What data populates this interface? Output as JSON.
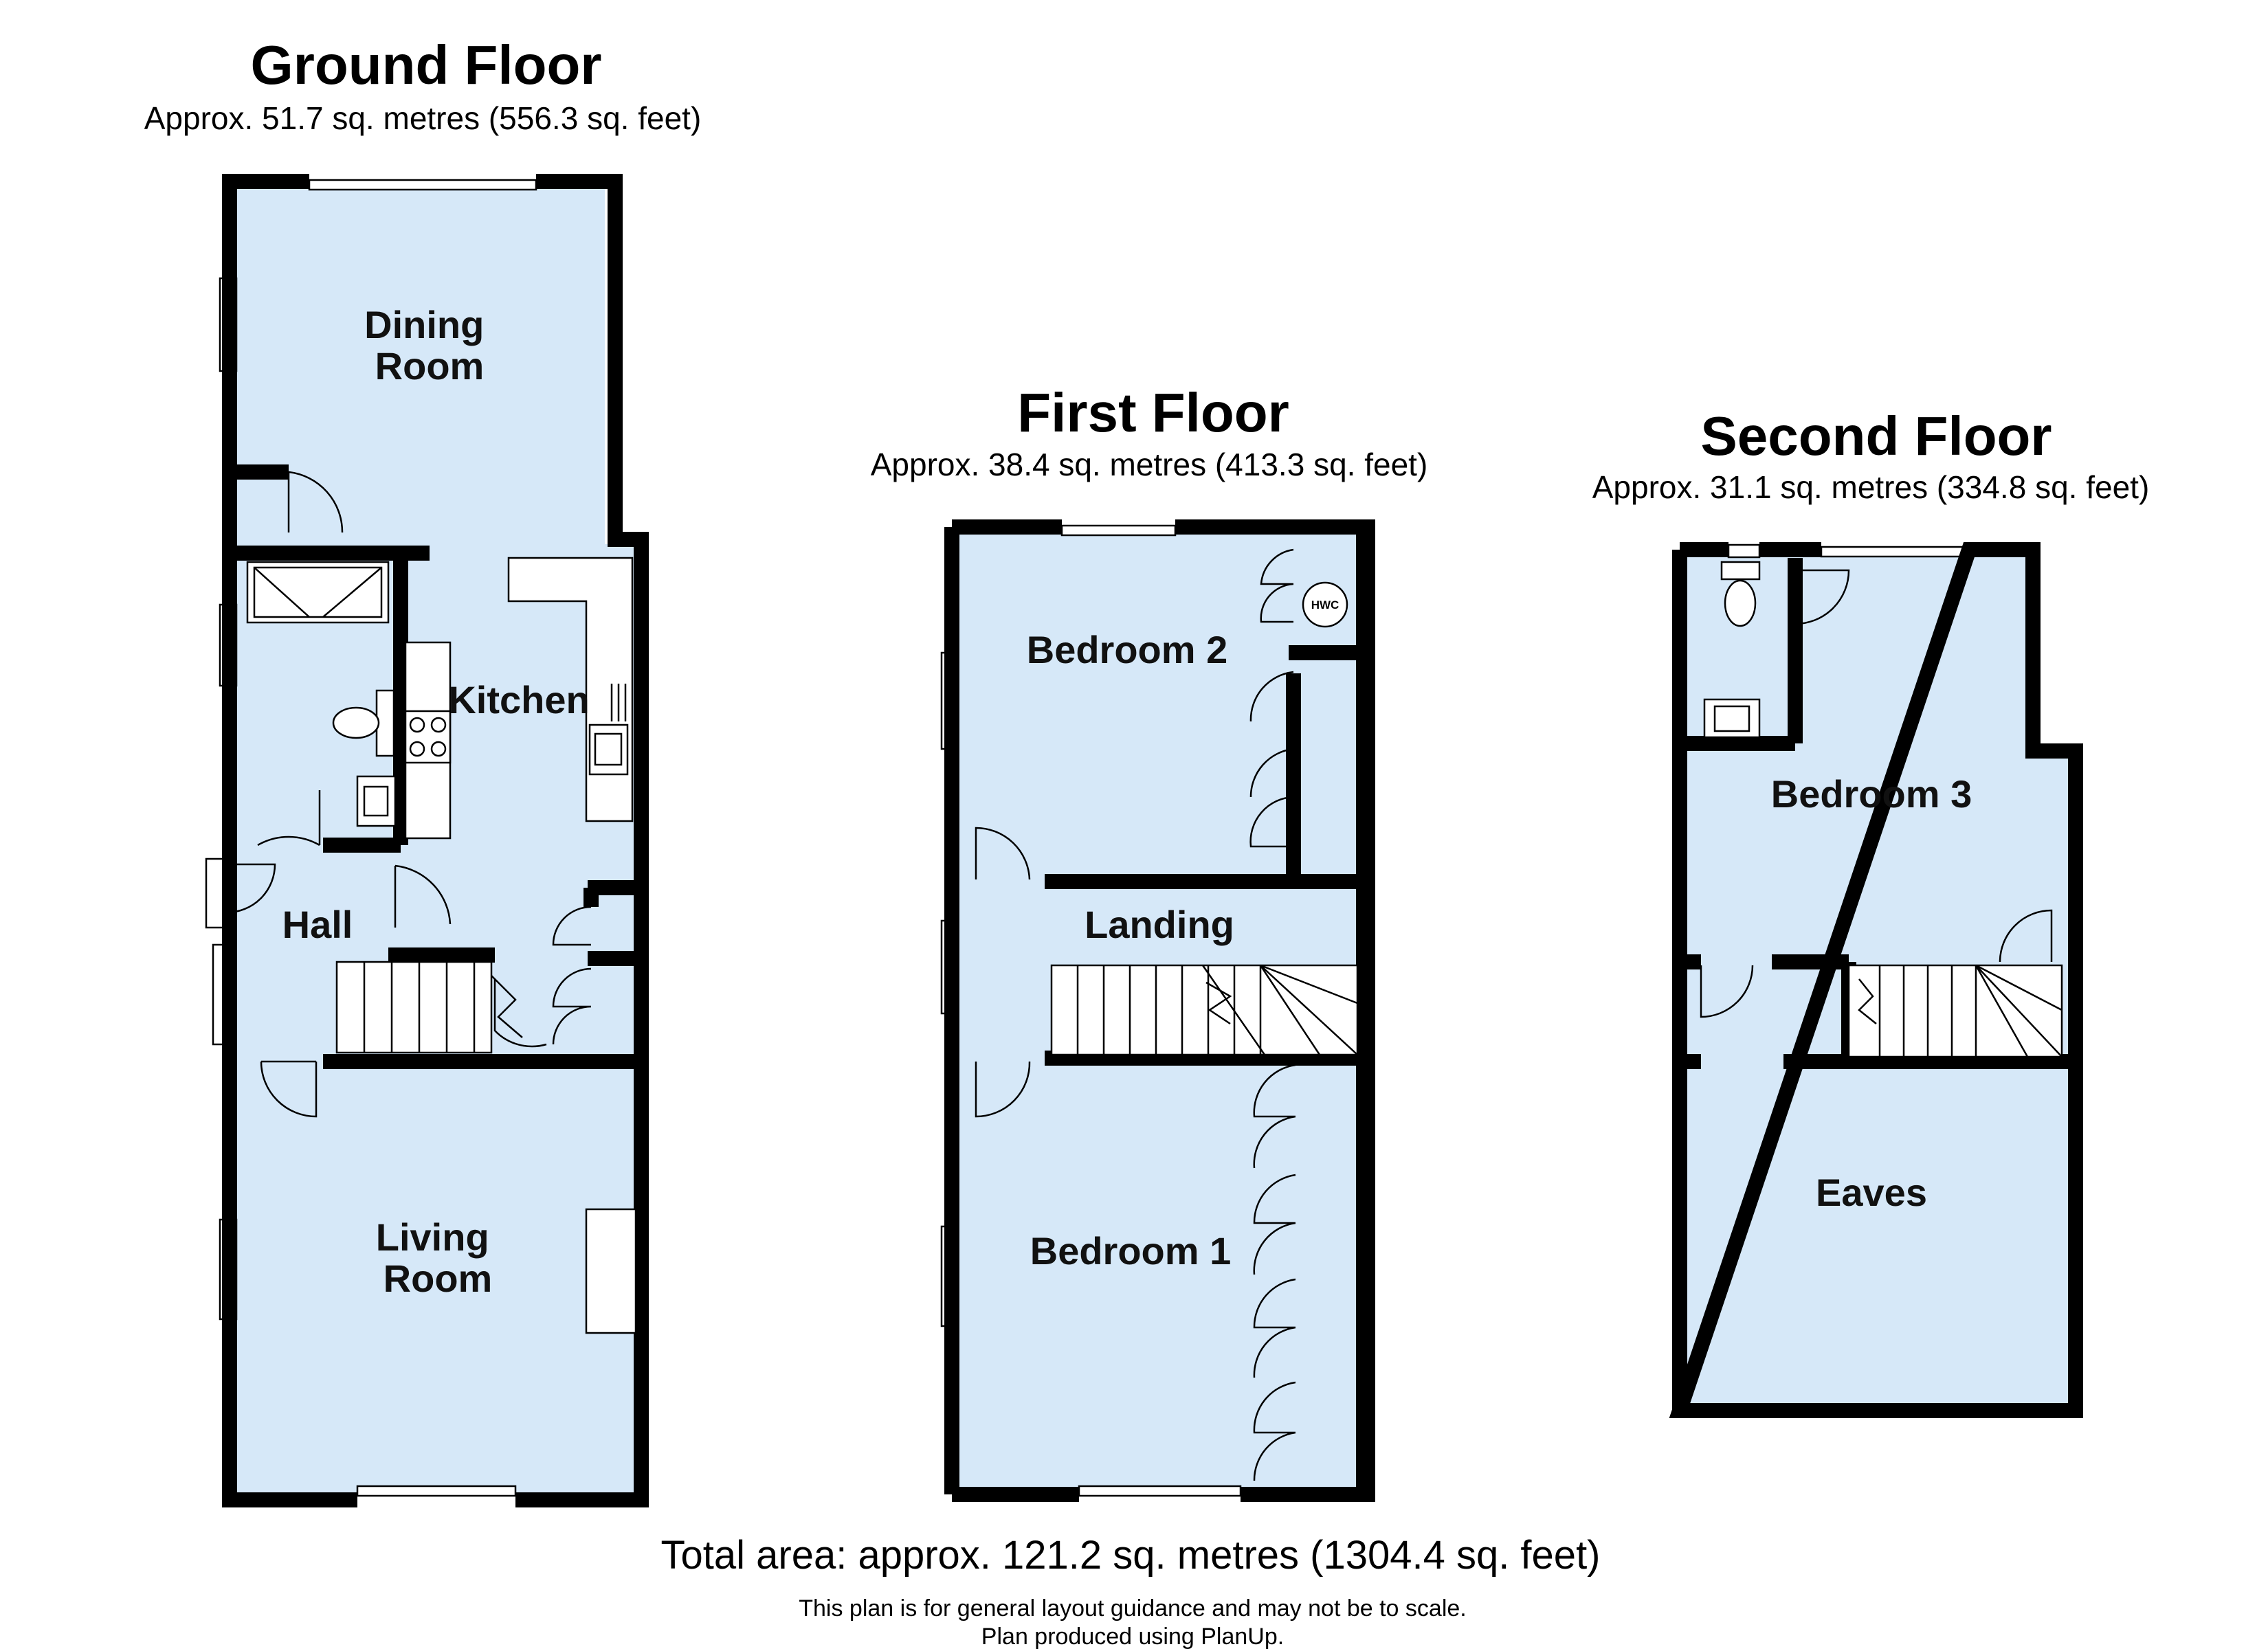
{
  "colors": {
    "room_fill": "#d6e8f8",
    "wall": "#000000",
    "background": "#ffffff"
  },
  "floors": {
    "ground": {
      "title": "Ground Floor",
      "area": "Approx. 51.7 sq. metres (556.3 sq. feet)",
      "rooms": {
        "dining_room": [
          "Dining",
          "Room"
        ],
        "kitchen": "Kitchen",
        "hall": "Hall",
        "living_room": [
          "Living",
          "Room"
        ]
      }
    },
    "first": {
      "title": "First Floor",
      "area": "Approx. 38.4 sq. metres (413.3 sq. feet)",
      "rooms": {
        "bedroom_2": "Bedroom 2",
        "landing": "Landing",
        "bedroom_1": "Bedroom 1"
      },
      "hwc": "HWC"
    },
    "second": {
      "title": "Second Floor",
      "area": "Approx. 31.1 sq. metres (334.8 sq. feet)",
      "rooms": {
        "bedroom_3": "Bedroom 3",
        "eaves": "Eaves"
      }
    }
  },
  "total_area": "Total area: approx. 121.2 sq. metres (1304.4 sq. feet)",
  "disclaimer": [
    "This plan is for general layout guidance and may not be to scale.",
    "Plan produced using PlanUp."
  ]
}
